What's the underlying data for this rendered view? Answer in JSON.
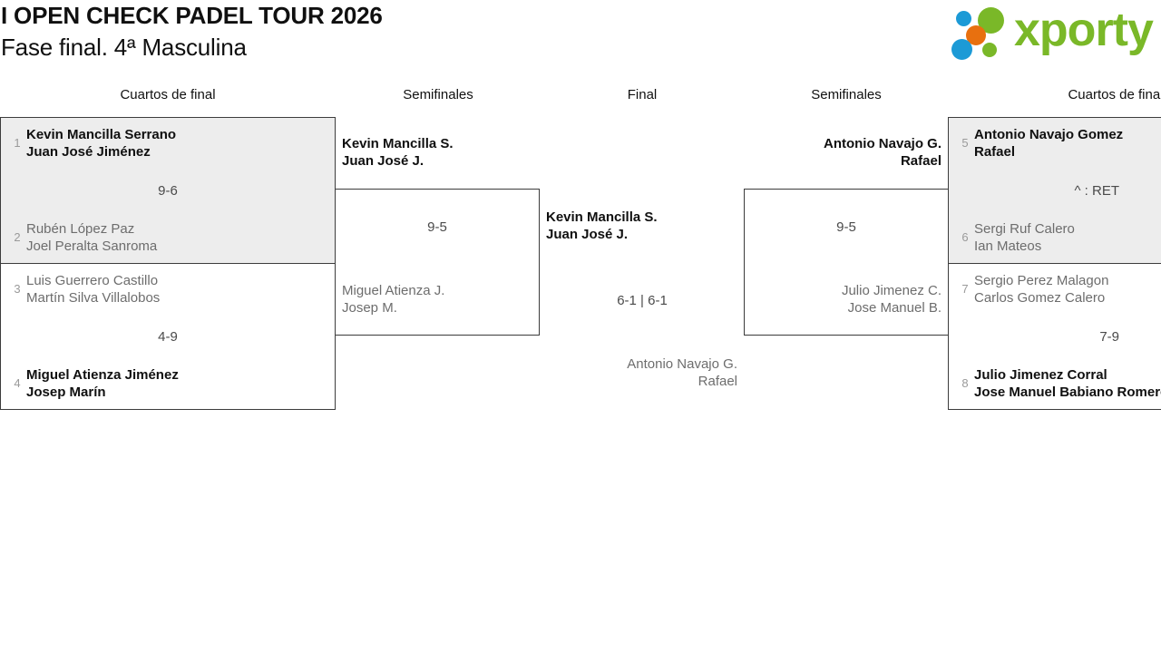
{
  "header": {
    "title_line1": "I OPEN CHECK PADEL TOUR 2026",
    "title_line2": "Fase final. 4ª Masculina",
    "logo_word": "xporty",
    "logo_colors": {
      "green": "#7ab828",
      "orange": "#e8700f",
      "blue": "#1c9ad6"
    }
  },
  "rounds": [
    {
      "label": "Cuartos de final"
    },
    {
      "label": "Semifinales"
    },
    {
      "label": "Final"
    },
    {
      "label": "Semifinales"
    },
    {
      "label": "Cuartos de final"
    }
  ],
  "bracket": {
    "qf1": {
      "top": {
        "seed": "1",
        "player1": "Kevin Mancilla Serrano",
        "player2": "Juan José Jiménez"
      },
      "bottom": {
        "seed": "2",
        "player1": "Rubén López Paz",
        "player2": "Joel Peralta Sanroma"
      },
      "score": "9-6"
    },
    "qf2": {
      "top": {
        "seed": "3",
        "player1": "Luis Guerrero Castillo",
        "player2": "Martín Silva Villalobos"
      },
      "bottom": {
        "seed": "4",
        "player1": "Miguel Atienza Jiménez",
        "player2": "Josep Marín"
      },
      "score": "4-9"
    },
    "qf3": {
      "top": {
        "seed": "5",
        "player1": "Antonio Navajo Gomez",
        "player2": "Rafael"
      },
      "bottom": {
        "seed": "6",
        "player1": "Sergi Ruf Calero",
        "player2": "Ian Mateos"
      },
      "score": "^ : RET"
    },
    "qf4": {
      "top": {
        "seed": "7",
        "player1": "Sergio Perez Malagon",
        "player2": "Carlos Gomez Calero"
      },
      "bottom": {
        "seed": "8",
        "player1": "Julio Jimenez Corral",
        "player2": "Jose Manuel Babiano Romero"
      },
      "score": "7-9"
    },
    "sf_left": {
      "top": {
        "player1": "Kevin Mancilla S.",
        "player2": "Juan José J."
      },
      "bottom": {
        "player1": "Miguel Atienza J.",
        "player2": "Josep M."
      },
      "score": "9-5"
    },
    "sf_right": {
      "top": {
        "player1": "Antonio Navajo G.",
        "player2": "Rafael"
      },
      "bottom": {
        "player1": "Julio Jimenez C.",
        "player2": "Jose Manuel B."
      },
      "score": "9-5"
    },
    "final": {
      "top": {
        "player1": "Kevin Mancilla S.",
        "player2": "Juan José J."
      },
      "bottom": {
        "player1": "Antonio Navajo G.",
        "player2": "Rafael"
      },
      "score": "6-1 | 6-1"
    }
  }
}
